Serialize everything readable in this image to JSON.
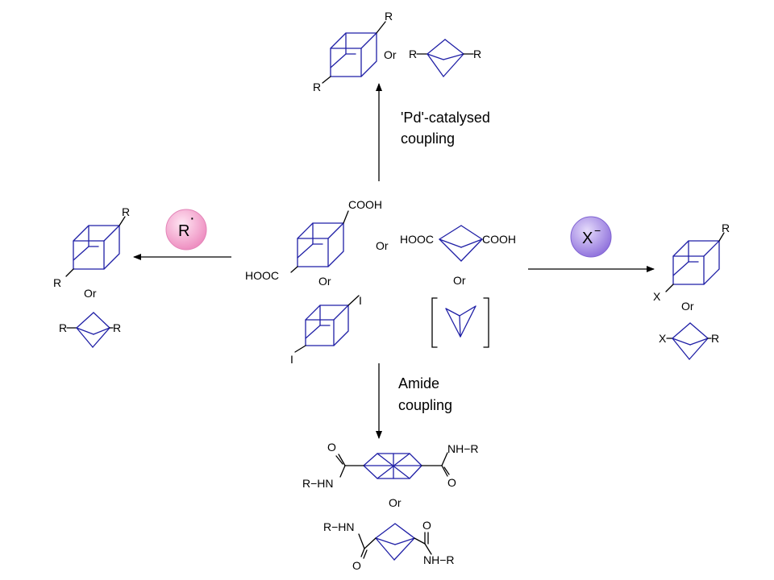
{
  "center": {
    "cubane_top_group": "COOH",
    "cubane_bottom_group": "HOOC",
    "or_1": "Or",
    "bcp_left_group": "HOOC",
    "bcp_right_group": "COOH",
    "or_2": "Or",
    "or_3": "Or",
    "iodo_top": "I",
    "iodo_bottom": "I"
  },
  "top": {
    "condition_line1": "'Pd'-catalysed",
    "condition_line2": "coupling",
    "cubane_r_top": "R",
    "cubane_r_bottom": "R",
    "or": "Or",
    "bcp_r_left": "R",
    "bcp_r_right": "R"
  },
  "left": {
    "reagent": "R",
    "reagent_dot": "·",
    "cubane_r_top": "R",
    "cubane_r_bottom": "R",
    "or": "Or",
    "bcp_r_left": "R",
    "bcp_r_right": "R"
  },
  "right": {
    "reagent": "X",
    "reagent_charge": "−",
    "cubane_r": "R",
    "cubane_x": "X",
    "or": "Or",
    "bcp_x": "X",
    "bcp_r": "R"
  },
  "bottom": {
    "condition_line1": "Amide",
    "condition_line2": "coupling",
    "amide1_o_top": "O",
    "amide1_nh_r": "NH−R",
    "amide1_r_hn": "R−HN",
    "amide1_o_bottom": "O",
    "or": "Or",
    "amide2_r_hn": "R−HN",
    "amide2_o_top": "O",
    "amide2_o_bottom": "O",
    "amide2_nh_r": "NH−R"
  },
  "colors": {
    "cage": "#1f1fa6",
    "radical_circle": "#f3a8cf",
    "anion_circle": "#a58ce6"
  }
}
